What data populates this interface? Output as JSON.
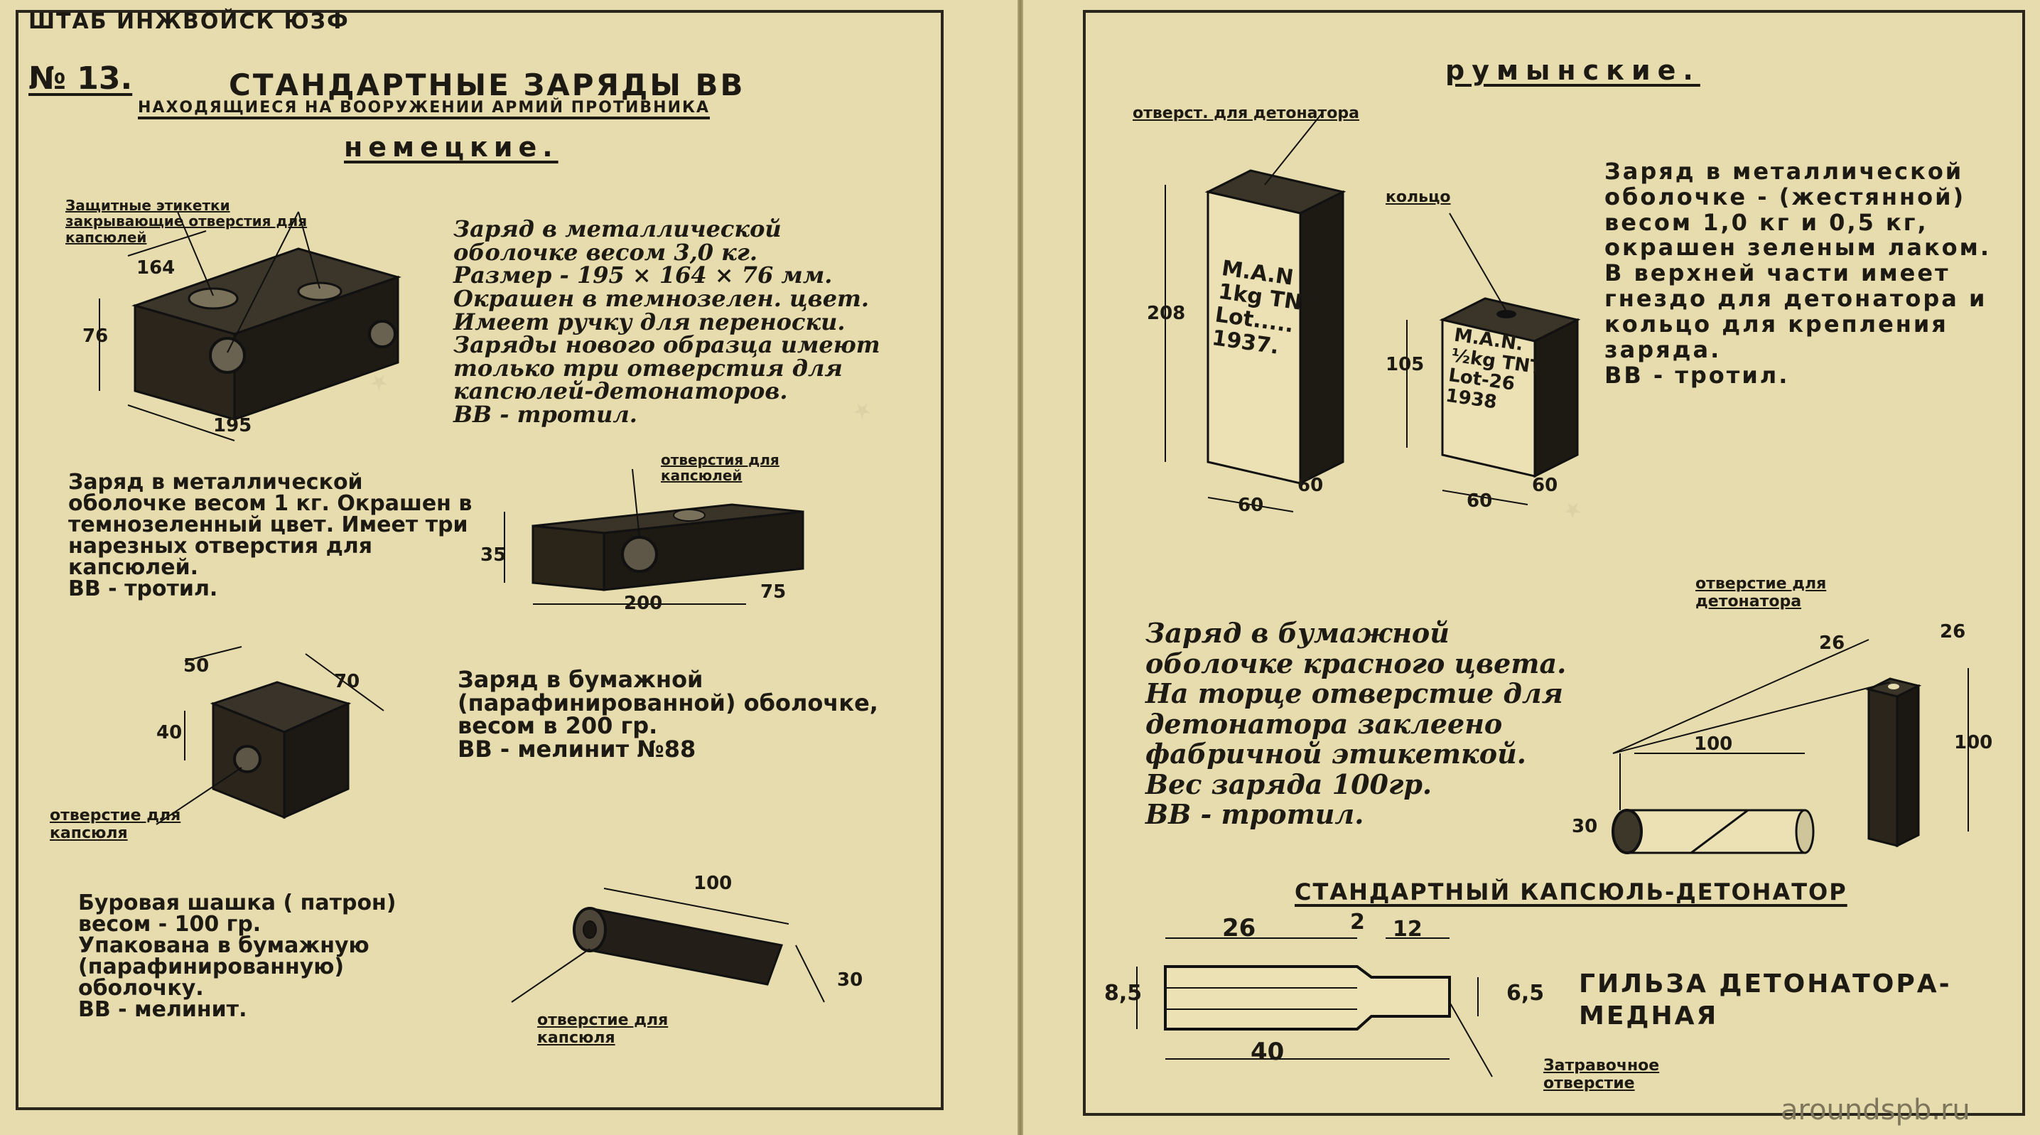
{
  "header": {
    "org": "ШТАБ ИНЖВОЙСК ЮЗФ",
    "number": "№ 13.",
    "title": "СТАНДАРТНЫЕ ЗАРЯДЫ ВВ",
    "subtitle": "НАХОДЯЩИЕСЯ НА ВООРУЖЕНИИ АРМИЙ ПРОТИВНИКА"
  },
  "left": {
    "section_title": "немецкие.",
    "charge1": {
      "callout": "Защитные этикетки закрывающие отверстия для капсюлей",
      "dims": {
        "w": "164",
        "h": "76",
        "l": "195"
      },
      "description": "Заряд в металлической оболочке весом 3,0 кг.\nРазмер - 195 × 164 × 76 мм.\nОкрашен в темнозелен. цвет.\nИмеет ручку для переноски.\nЗаряды нового образца имеют только три отверстия для капсюлей-детонаторов.\nВВ - тротил."
    },
    "charge2": {
      "description": "Заряд в металлической оболочке весом 1 кг. Окрашен в темнозеленный цвет. Имеет три нарезных отверстия для капсюлей.\nВВ - тротил.",
      "callout": "отверстия для капсюлей",
      "dims": {
        "h": "35",
        "l": "200",
        "w": "75"
      }
    },
    "charge3": {
      "dims": {
        "a": "50",
        "b": "70",
        "h": "40"
      },
      "callout": "отверстие для капсюля",
      "description": "Заряд в бумажной (парафинированной) оболочке, весом в 200 гр.\nВВ - мелинит №88"
    },
    "charge4": {
      "description": "Буровая шашка ( патрон) весом - 100 гр.\nУпакована в бумажную (парафинированную) оболочку.\nВВ - мелинит.",
      "dims": {
        "l": "100",
        "d": "30"
      },
      "callout": "отверстие для капсюля"
    }
  },
  "right": {
    "section_title": "румынские.",
    "callout_detonator": "отверст. для детонатора",
    "callout_ring": "кольцо",
    "box_large": {
      "label": "M.A.N\n1kg TNT\nLot.....\n1937.",
      "dims": {
        "h": "208",
        "a": "60",
        "b": "60"
      }
    },
    "box_small": {
      "label": "M.A.N.\n½kg TNT\nLot-26\n1938",
      "dims": {
        "h": "105",
        "a": "60",
        "b": "60"
      }
    },
    "charge_metal": {
      "description": "Заряд в металлической оболочке - (жестянной) весом 1,0 кг и 0,5 кг, окрашен зеленым лаком.\nВ верхней части имеет гнездо для детонатора и кольцо для крепления заряда.\nВВ - тротил."
    },
    "charge_paper": {
      "description": "Заряд в бумажной оболочке красного цвета. На торце отверстие для детонатора заклеено фабричной этикеткой. Вес заряда 100гр.\nВВ - тротил.",
      "callout": "отверстие для детонатора",
      "dims": {
        "l": "100",
        "d": "30",
        "a": "26",
        "b": "26",
        "h": "100"
      }
    },
    "detonator": {
      "title": "СТАНДАРТНЫЙ КАПСЮЛЬ-ДЕТОНАТОР",
      "dims": {
        "a": "26",
        "b": "2",
        "c": "12",
        "d1": "8,5",
        "d2": "6,5",
        "l": "40"
      },
      "callout": "Затравочное отверстие",
      "material": "ГИЛЬЗА ДЕТОНАТОРА-\nМЕДНАЯ"
    },
    "footer_watermark": "aroundspb.ru"
  }
}
